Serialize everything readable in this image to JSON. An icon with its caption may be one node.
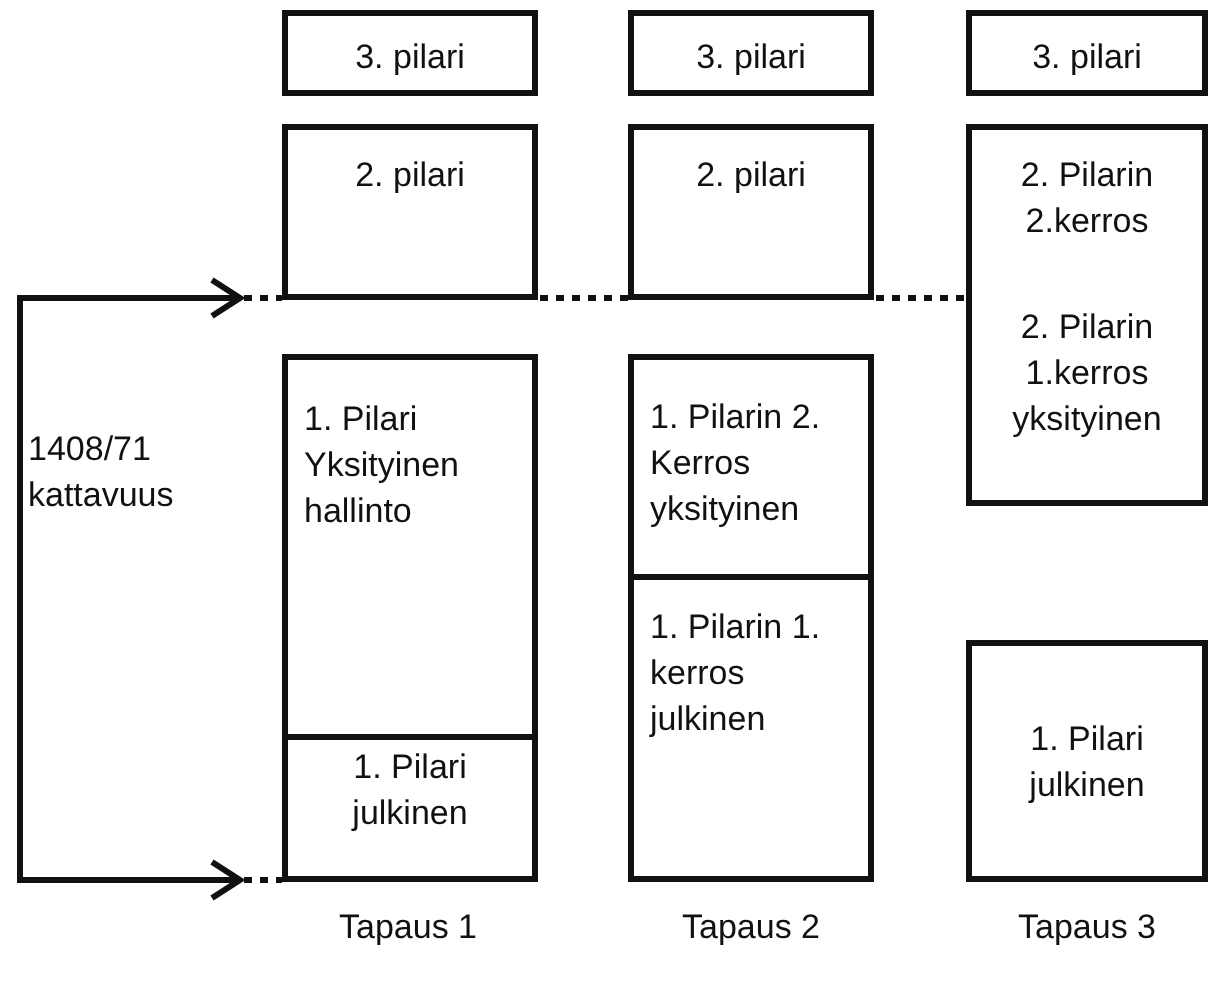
{
  "diagram": {
    "nodes": [
      {
        "text": [
          "3. pilari"
        ]
      },
      {
        "text": [
          "2. pilari"
        ]
      },
      {
        "text": [
          "1. Pilari Yksityinen hallinto"
        ]
      },
      {
        "text": [
          "1. Pilari julkinen"
        ]
      },
      {
        "text": [
          "3. pilari"
        ]
      },
      {
        "text": [
          "2. pilari"
        ]
      },
      {
        "text": [
          "1. Pilarin 2. Kerros yksityinen"
        ]
      },
      {
        "text": [
          "1. Pilarin 1. kerros julkinen"
        ]
      },
      {
        "text": [
          "3. pilari"
        ]
      },
      {
        "text": [
          "2. Pilarin 2.kerros",
          "2. Pilarin 1.kerros yksityinen"
        ]
      },
      {
        "text": [
          "1. Pilari julkinen"
        ]
      }
    ],
    "edges": [],
    "labels": [
      "1408/71 kattavuus",
      "Tapaus 1",
      "Tapaus 2",
      "Tapaus 3"
    ]
  }
}
